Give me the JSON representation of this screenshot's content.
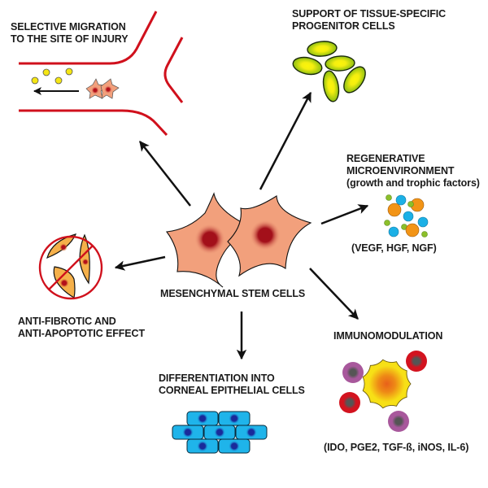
{
  "center": {
    "label": "MESENCHYMAL STEM CELLS",
    "cell_color": "#f2a07c",
    "nucleus_color": "#a3101a"
  },
  "effects": [
    {
      "id": "migration",
      "lines": [
        "SELECTIVE MIGRATION",
        "TO THE SITE OF INJURY"
      ],
      "vessel_color": "#d0101c",
      "chemoattractant_color": "#f5e614"
    },
    {
      "id": "progenitor",
      "lines": [
        "SUPPORT OF TISSUE-SPECIFIC",
        "PROGENITOR CELLS"
      ],
      "cell_color": "#8cbf12",
      "nucleus_color": "#f6f20a"
    },
    {
      "id": "regenerative",
      "lines": [
        "REGENERATIVE",
        "MICROENVIRONMENT",
        "(growth and trophic factors)"
      ],
      "factors": "(VEGF, HGF, NGF)",
      "colors": [
        "#f29416",
        "#1bb0e6",
        "#8cbf2a"
      ]
    },
    {
      "id": "antifibrotic",
      "lines": [
        "ANTI-FIBROTIC AND",
        "ANTI-APOPTOTIC EFFECT"
      ],
      "cell_color": "#f5b04a",
      "prohibition_color": "#d0101c"
    },
    {
      "id": "differentiation",
      "lines": [
        "DIFFERENTIATION INTO",
        "CORNEAL EPITHELIAL CELLS"
      ],
      "cell_color": "#1fb4ea",
      "nucleus_color": "#1a2a9a"
    },
    {
      "id": "immunomodulation",
      "lines": [
        "IMMUNOMODULATION"
      ],
      "factors": "(IDO, PGE2, TGF-ß, iNOS, IL-6)",
      "colors": [
        "#f7e016",
        "#e8601a",
        "#d3131f",
        "#a8589c"
      ]
    }
  ]
}
